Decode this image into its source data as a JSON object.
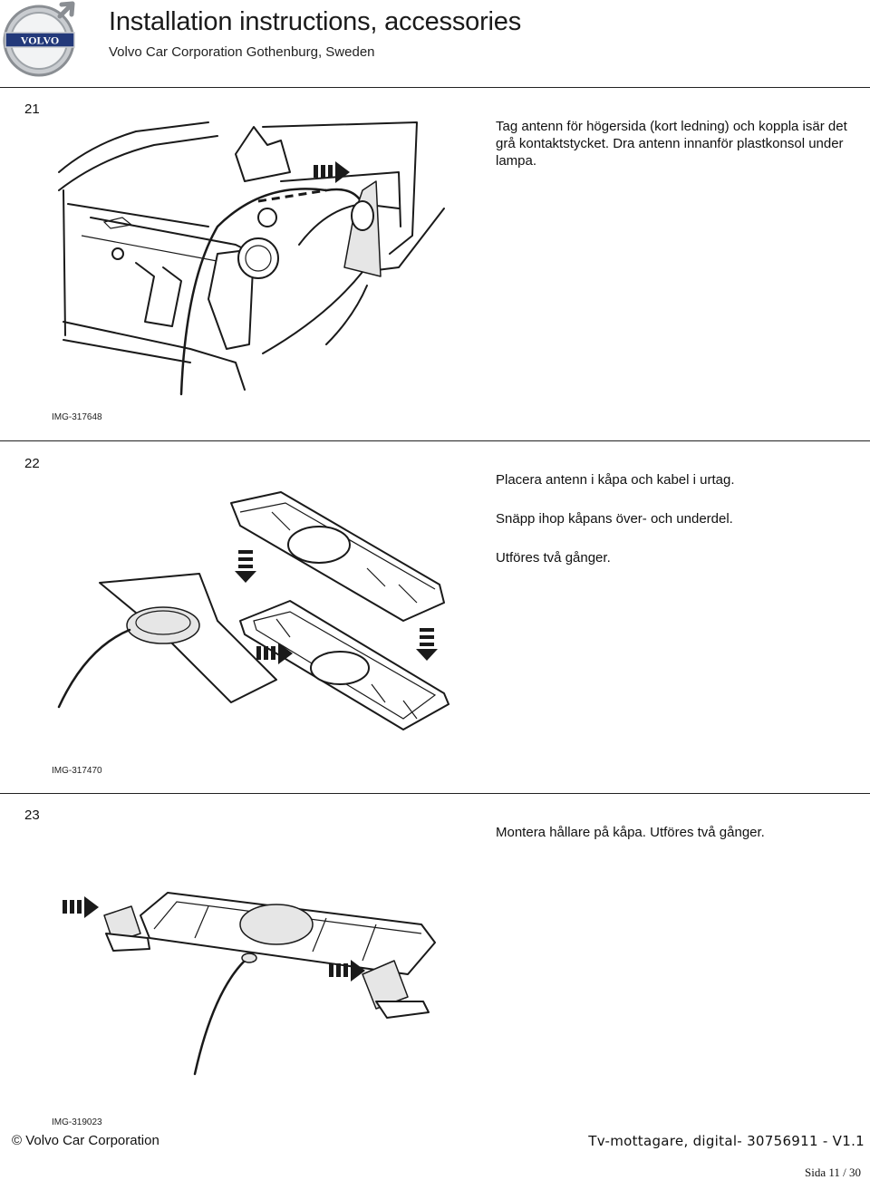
{
  "header": {
    "logo_text": "VOLVO",
    "title": "Installation instructions, accessories",
    "subtitle": "Volvo Car Corporation Gothenburg, Sweden"
  },
  "steps": [
    {
      "number": "21",
      "paragraphs": [
        "Tag antenn för högersida (kort ledning) och koppla isär det grå kontaktstycket. Dra antenn innanför plastkonsol under lampa."
      ],
      "image_id": "IMG-317648"
    },
    {
      "number": "22",
      "paragraphs": [
        "Placera antenn i kåpa och kabel i urtag.",
        "Snäpp ihop kåpans över- och underdel.",
        "Utföres två gånger."
      ],
      "image_id": "IMG-317470"
    },
    {
      "number": "23",
      "paragraphs": [
        "Montera hållare på kåpa. Utföres två gånger."
      ],
      "image_id": "IMG-319023"
    }
  ],
  "footer": {
    "copyright": "© Volvo Car Corporation",
    "document": "Tv-mottagare, digital- 30756911 - V1.1",
    "page": "Sida 11 / 30"
  }
}
